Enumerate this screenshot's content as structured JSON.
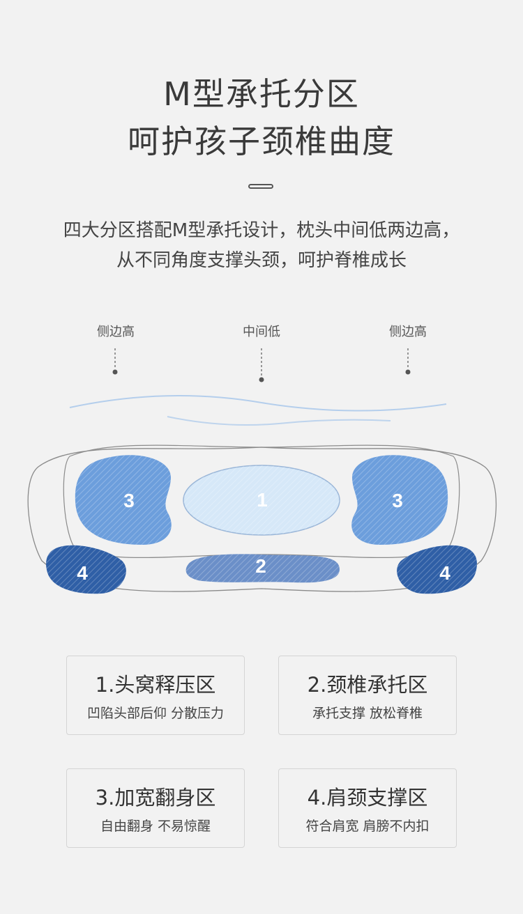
{
  "header": {
    "title_line1": "M型承托分区",
    "title_line2": "呵护孩子颈椎曲度",
    "subtitle_line1": "四大分区搭配M型承托设计，枕头中间低两边高，",
    "subtitle_line2": "从不同角度支撑头颈，呵护脊椎成长"
  },
  "diagram": {
    "labels": {
      "left": "侧边高",
      "center": "中间低",
      "right": "侧边高"
    },
    "zones": {
      "z1": "1",
      "z2": "2",
      "z3_left": "3",
      "z3_right": "3",
      "z4_left": "4",
      "z4_right": "4"
    },
    "colors": {
      "zone1": "#d6e8f8",
      "zone2": "#6b8fc8",
      "zone3": "#6c9edc",
      "zone4": "#2f5fa6",
      "wave": "#8ab6e8",
      "outline": "#8a8a8a"
    }
  },
  "cards": [
    {
      "title": "1.头窝释压区",
      "sub": "凹陷头部后仰 分散压力"
    },
    {
      "title": "2.颈椎承托区",
      "sub": "承托支撑 放松脊椎"
    },
    {
      "title": "3.加宽翻身区",
      "sub": "自由翻身 不易惊醒"
    },
    {
      "title": "4.肩颈支撑区",
      "sub": "符合肩宽 肩膀不内扣"
    }
  ]
}
